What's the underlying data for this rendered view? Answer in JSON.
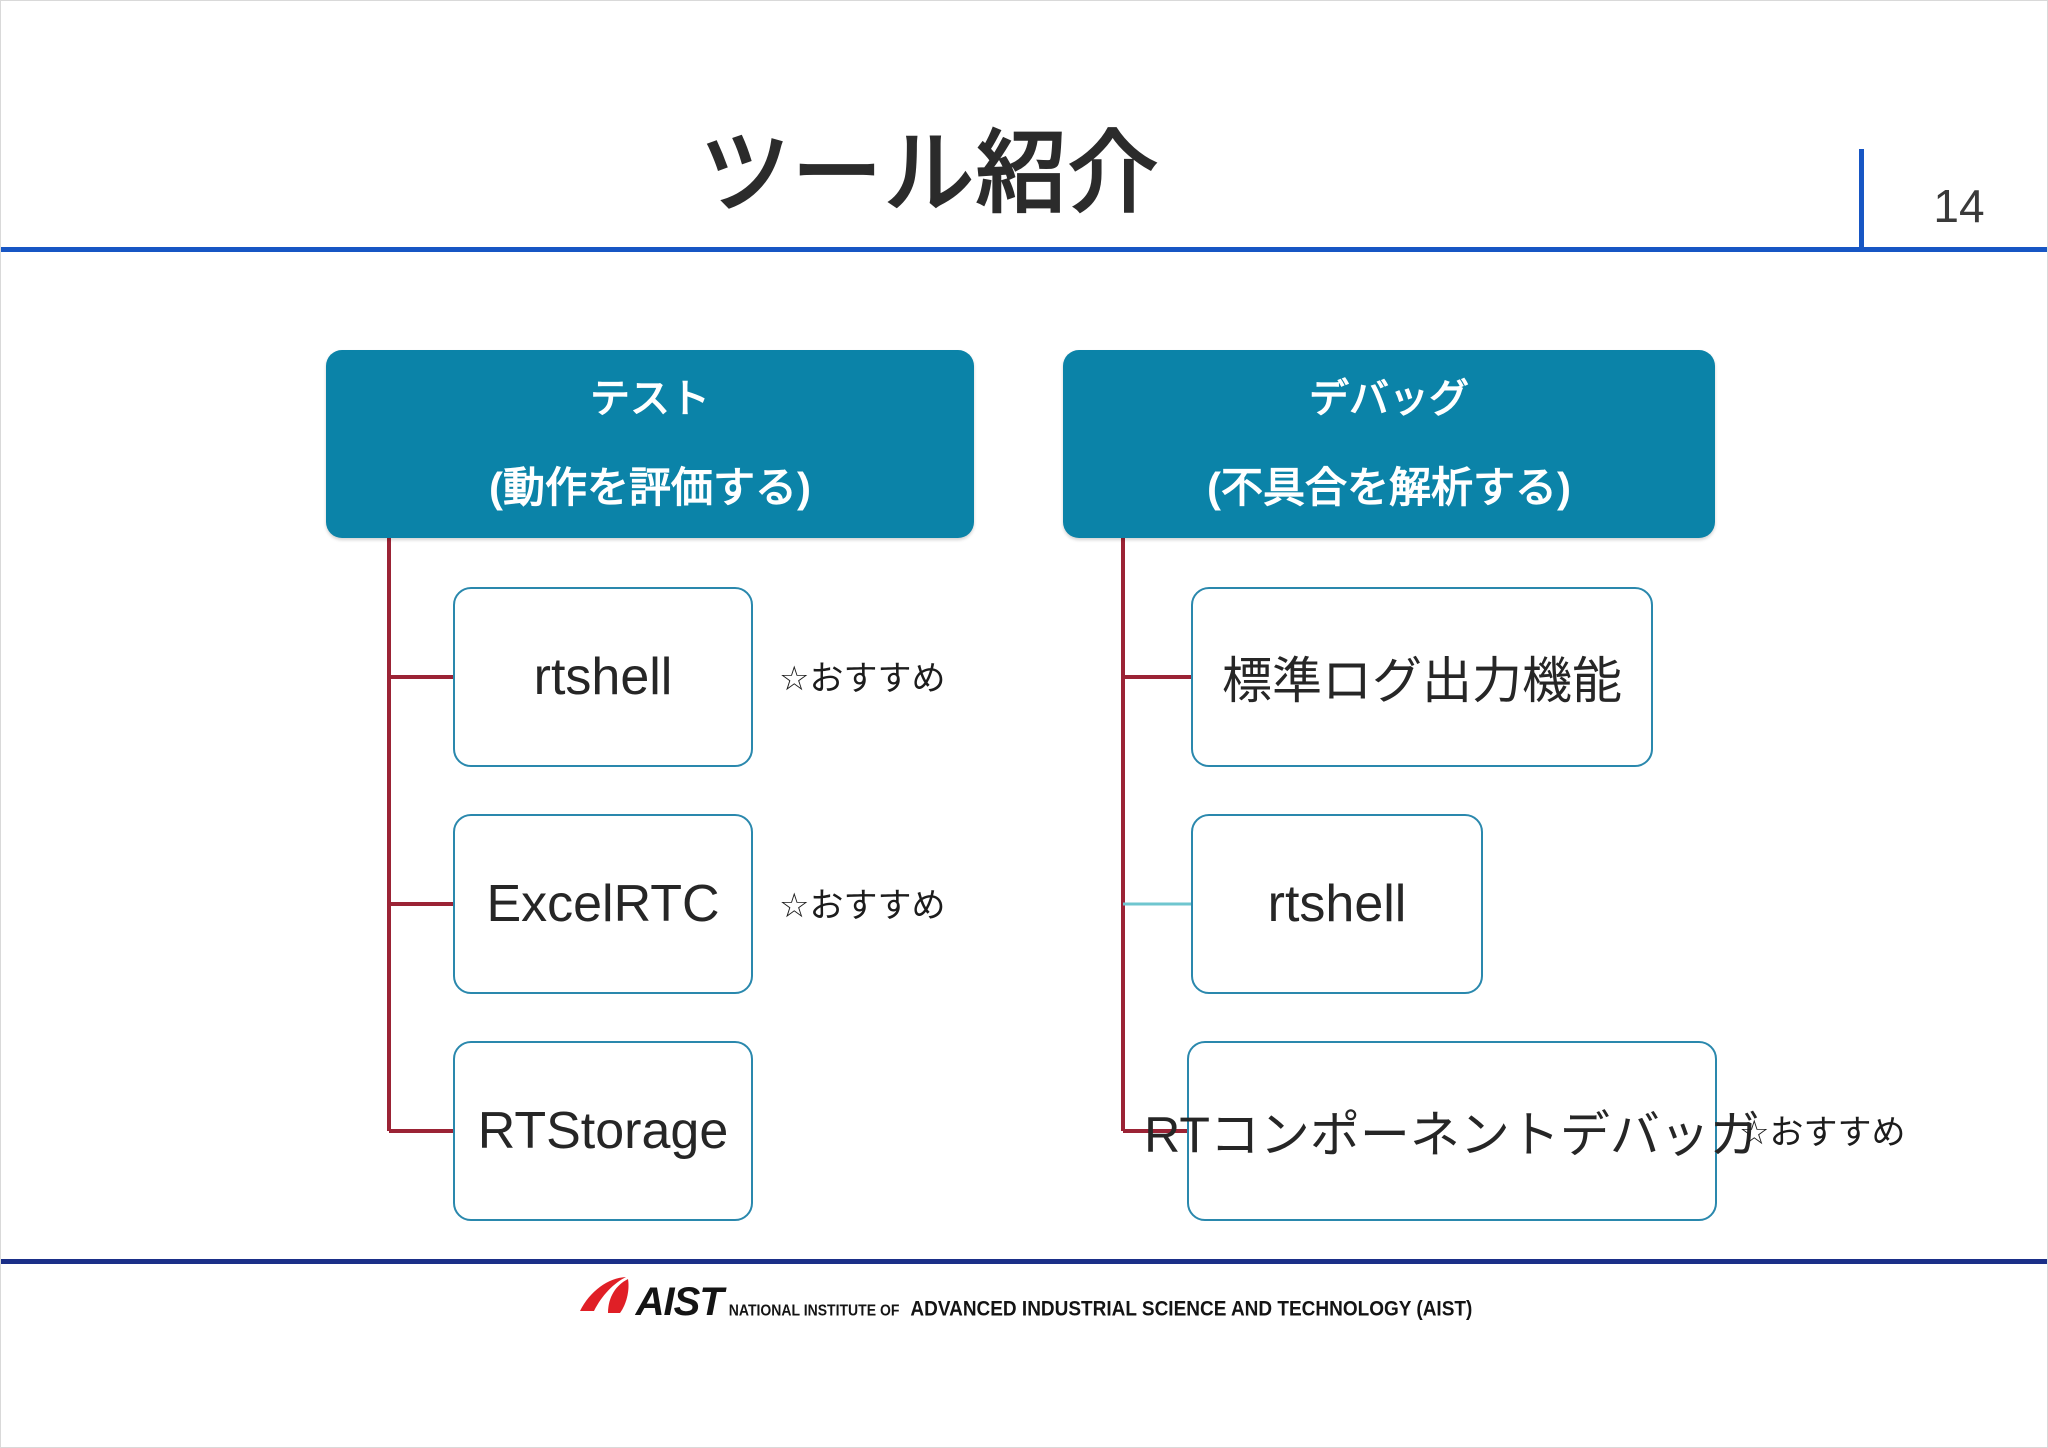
{
  "slide": {
    "title": "ツール紹介",
    "page_number": "14",
    "accent_blue": "#1756c4",
    "teal": "#0b83a8",
    "box_border": "#2a88ad",
    "connector_red": "#9b2335",
    "connector_teal": "#6fc6cf",
    "footer_navy": "#1b2f88",
    "logo_red": "#e01f26"
  },
  "columns": [
    {
      "id": "test",
      "header_title": "テスト",
      "header_sub": "(動作を評価する)",
      "items": [
        {
          "label": "rtshell",
          "recommend": "☆おすすめ",
          "branch_color": "#9b2335"
        },
        {
          "label": "ExcelRTC",
          "recommend": "☆おすすめ",
          "branch_color": "#9b2335"
        },
        {
          "label": "RTStorage",
          "recommend": "",
          "branch_color": "#9b2335"
        }
      ]
    },
    {
      "id": "debug",
      "header_title": "デバッグ",
      "header_sub": "(不具合を解析する)",
      "items": [
        {
          "label": "標準ログ出力機能",
          "recommend": "",
          "branch_color": "#9b2335"
        },
        {
          "label": "rtshell",
          "recommend": "",
          "branch_color": "#6fc6cf"
        },
        {
          "label": "RTコンポーネントデバッガ",
          "recommend": "☆おすすめ",
          "branch_color": "#9b2335"
        }
      ]
    }
  ],
  "footer": {
    "logo_text": "AIST",
    "national_institute_of": "NATIONAL INSTITUTE OF",
    "full_name": "ADVANCED INDUSTRIAL SCIENCE AND TECHNOLOGY (AIST)"
  }
}
